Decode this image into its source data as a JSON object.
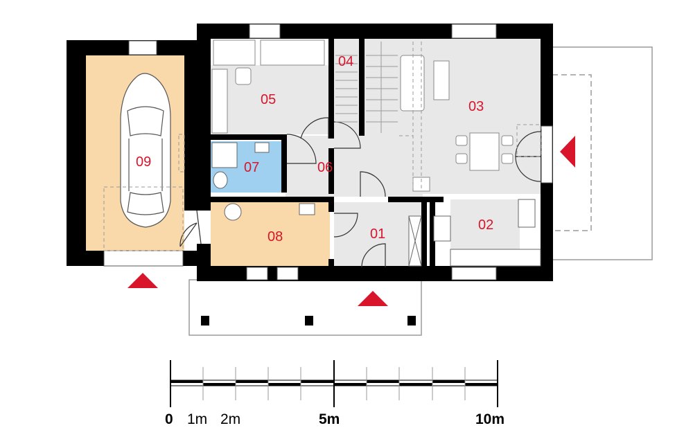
{
  "rooms": [
    {
      "id": "01",
      "label": "01"
    },
    {
      "id": "02",
      "label": "02"
    },
    {
      "id": "03",
      "label": "03"
    },
    {
      "id": "04",
      "label": "04"
    },
    {
      "id": "05",
      "label": "05"
    },
    {
      "id": "06",
      "label": "06"
    },
    {
      "id": "07",
      "label": "07"
    },
    {
      "id": "08",
      "label": "08"
    },
    {
      "id": "09",
      "label": "09"
    }
  ],
  "scale_bar": {
    "labels": [
      "0",
      "1m",
      "2m",
      "5m",
      "10m"
    ],
    "max_m": 10
  },
  "colors": {
    "wall": "#000000",
    "floor": "#e8e8e8",
    "garage": "#f9d8aa",
    "utility": "#f9d8aa",
    "bathroom": "#9fd0f0",
    "label": "#d8152b",
    "entrance_marker": "#d8152b"
  }
}
